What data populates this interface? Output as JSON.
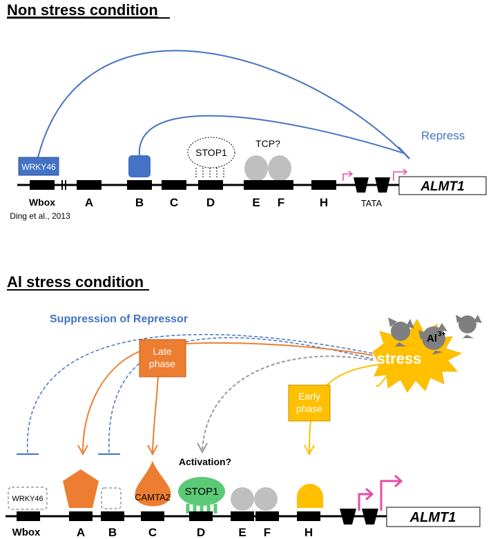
{
  "top": {
    "heading": "Non stress condition",
    "wrky_label": "WRKY46",
    "wbox_label": "Wbox",
    "citation": "Ding et al., 2013",
    "stop1_label": "STOP1",
    "tcp_label": "TCP?",
    "repress_label": "Repress",
    "tata_label": "TATA",
    "gene_label": "ALMT1",
    "elements": [
      "A",
      "B",
      "C",
      "D",
      "E",
      "F",
      "H"
    ]
  },
  "bottom": {
    "heading": "Al stress condition",
    "suppression_label": "Suppression of Repressor",
    "late_phase_label": "Late\nphase",
    "early_phase_label": "Early\nphase",
    "stress_label": "stress",
    "al_ion_label": "Al",
    "al_charge_label": "3+",
    "activation_label": "Activation?",
    "wrky_label": "WRKY46",
    "camta_label": "CAMTA2",
    "stop1_label": "STOP1",
    "wbox_label": "Wbox",
    "gene_label": "ALMT1",
    "elements": [
      "A",
      "B",
      "C",
      "D",
      "E",
      "F",
      "H"
    ]
  },
  "colors": {
    "repress_blue": "#4472c4",
    "wrky_fill": "#4472c4",
    "camta_orange": "#ed7d31",
    "stop1_green": "#5cc977",
    "early_yellow": "#ffc000",
    "stress_yellow": "#ffc000",
    "tcp_grey": "#bfbfbf",
    "arrow_grey": "#999999",
    "tss_pink": "#e64ba4"
  }
}
